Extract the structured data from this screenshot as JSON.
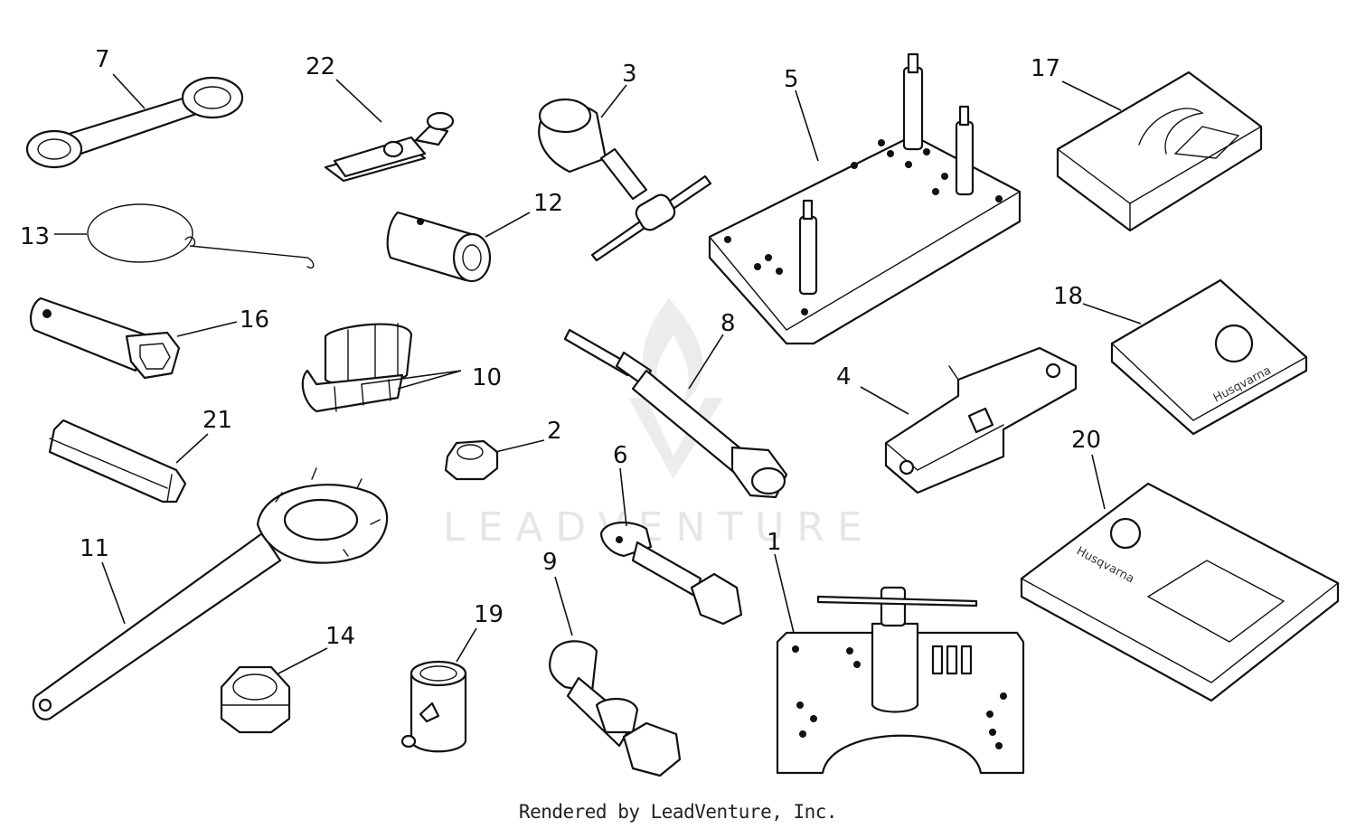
{
  "diagram": {
    "callouts": [
      {
        "id": "7",
        "label": "7"
      },
      {
        "id": "22",
        "label": "22"
      },
      {
        "id": "3",
        "label": "3"
      },
      {
        "id": "5",
        "label": "5"
      },
      {
        "id": "17",
        "label": "17"
      },
      {
        "id": "13",
        "label": "13"
      },
      {
        "id": "12",
        "label": "12"
      },
      {
        "id": "16",
        "label": "16"
      },
      {
        "id": "10",
        "label": "10"
      },
      {
        "id": "8",
        "label": "8"
      },
      {
        "id": "18",
        "label": "18"
      },
      {
        "id": "4",
        "label": "4"
      },
      {
        "id": "21",
        "label": "21"
      },
      {
        "id": "2",
        "label": "2"
      },
      {
        "id": "6",
        "label": "6"
      },
      {
        "id": "20",
        "label": "20"
      },
      {
        "id": "11",
        "label": "11"
      },
      {
        "id": "1",
        "label": "1"
      },
      {
        "id": "9",
        "label": "9"
      },
      {
        "id": "19",
        "label": "19"
      },
      {
        "id": "14",
        "label": "14"
      }
    ],
    "watermark": "LEADVENTURE",
    "book_brand": "Husqvarna"
  },
  "footer": {
    "text": "Rendered by LeadVenture, Inc."
  }
}
